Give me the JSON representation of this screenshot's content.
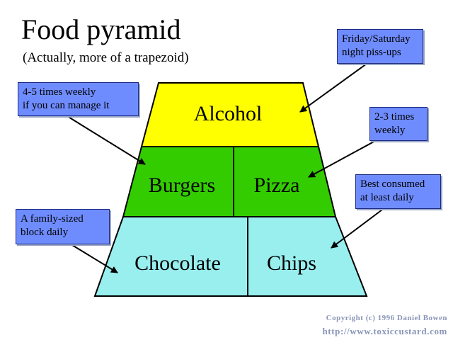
{
  "title": "Food pyramid",
  "subtitle": "(Actually, more of a trapezoid)",
  "tiers": {
    "alcohol": "Alcohol",
    "burgers": "Burgers",
    "pizza": "Pizza",
    "chocolate": "Chocolate",
    "chips": "Chips"
  },
  "notes": {
    "alcohol": "Friday/Saturday\nnight piss-ups",
    "burgers": "4-5 times weekly\nif you can manage it",
    "pizza": "2-3 times\nweekly",
    "chips": "Best consumed\nat least daily",
    "chocolate": "A family-sized\nblock daily"
  },
  "footer": {
    "copyright": "Copyright (c) 1996 Daniel Bowen",
    "url": "http://www.toxiccustard.com"
  },
  "colors": {
    "top_tier": "#ffff00",
    "middle_tier": "#33cc00",
    "bottom_tier": "#99eeee",
    "note_box": "#6f8cff"
  }
}
